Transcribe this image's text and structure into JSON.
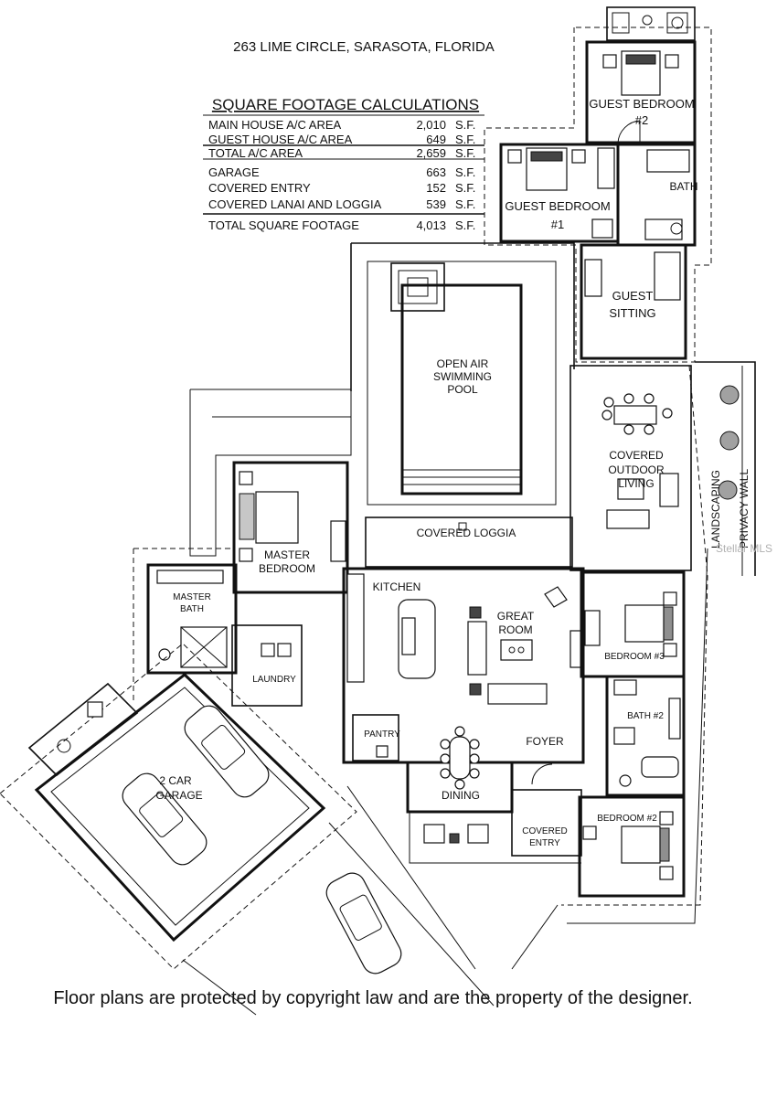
{
  "header": {
    "address": "263 LIME CIRCLE, SARASOTA, FLORIDA"
  },
  "square_footage": {
    "title": "SQUARE FOOTAGE CALCULATIONS",
    "rows": [
      {
        "label": "MAIN HOUSE A/C AREA",
        "value": "2,010",
        "unit": "S.F."
      },
      {
        "label": "GUEST HOUSE A/C AREA",
        "value": "649",
        "unit": "S.F."
      },
      {
        "label": "TOTAL A/C AREA",
        "value": "2,659",
        "unit": "S.F."
      },
      {
        "label": "GARAGE",
        "value": "663",
        "unit": "S.F."
      },
      {
        "label": "COVERED ENTRY",
        "value": "152",
        "unit": "S.F."
      },
      {
        "label": "COVERED LANAI AND LOGGIA",
        "value": "539",
        "unit": "S.F."
      },
      {
        "label": "TOTAL SQUARE FOOTAGE",
        "value": "4,013",
        "unit": "S.F."
      }
    ]
  },
  "rooms": {
    "guest_bedroom_2": "GUEST BEDROOM",
    "guest_bedroom_2_num": "#2",
    "guest_bedroom_1": "GUEST BEDROOM",
    "guest_bedroom_1_num": "#1",
    "bath": "BATH",
    "guest_sitting_1": "GUEST",
    "guest_sitting_2": "SITTING",
    "pool_1": "OPEN AIR",
    "pool_2": "SWIMMING",
    "pool_3": "POOL",
    "covered_outdoor_1": "COVERED",
    "covered_outdoor_2": "OUTDOOR",
    "covered_outdoor_3": "LIVING",
    "landscaping": "LANDSCAPING",
    "privacy_wall": "PRIVACY WALL",
    "covered_loggia": "COVERED LOGGIA",
    "master_bedroom_1": "MASTER",
    "master_bedroom_2": "BEDROOM",
    "master_bath_1": "MASTER",
    "master_bath_2": "BATH",
    "kitchen": "KITCHEN",
    "great_room_1": "GREAT",
    "great_room_2": "ROOM",
    "laundry": "LAUNDRY",
    "pantry": "PANTRY",
    "foyer": "FOYER",
    "dining": "DINING",
    "bedroom_3": "BEDROOM #3",
    "bath_2": "BATH #2",
    "bedroom_2": "BEDROOM #2",
    "covered_entry_1": "COVERED",
    "covered_entry_2": "ENTRY",
    "garage_1": "2 CAR",
    "garage_2": "GARAGE"
  },
  "watermark": "Stellar MLS",
  "footer": {
    "copyright": "Floor plans are protected by copyright law and are the property of the designer."
  }
}
